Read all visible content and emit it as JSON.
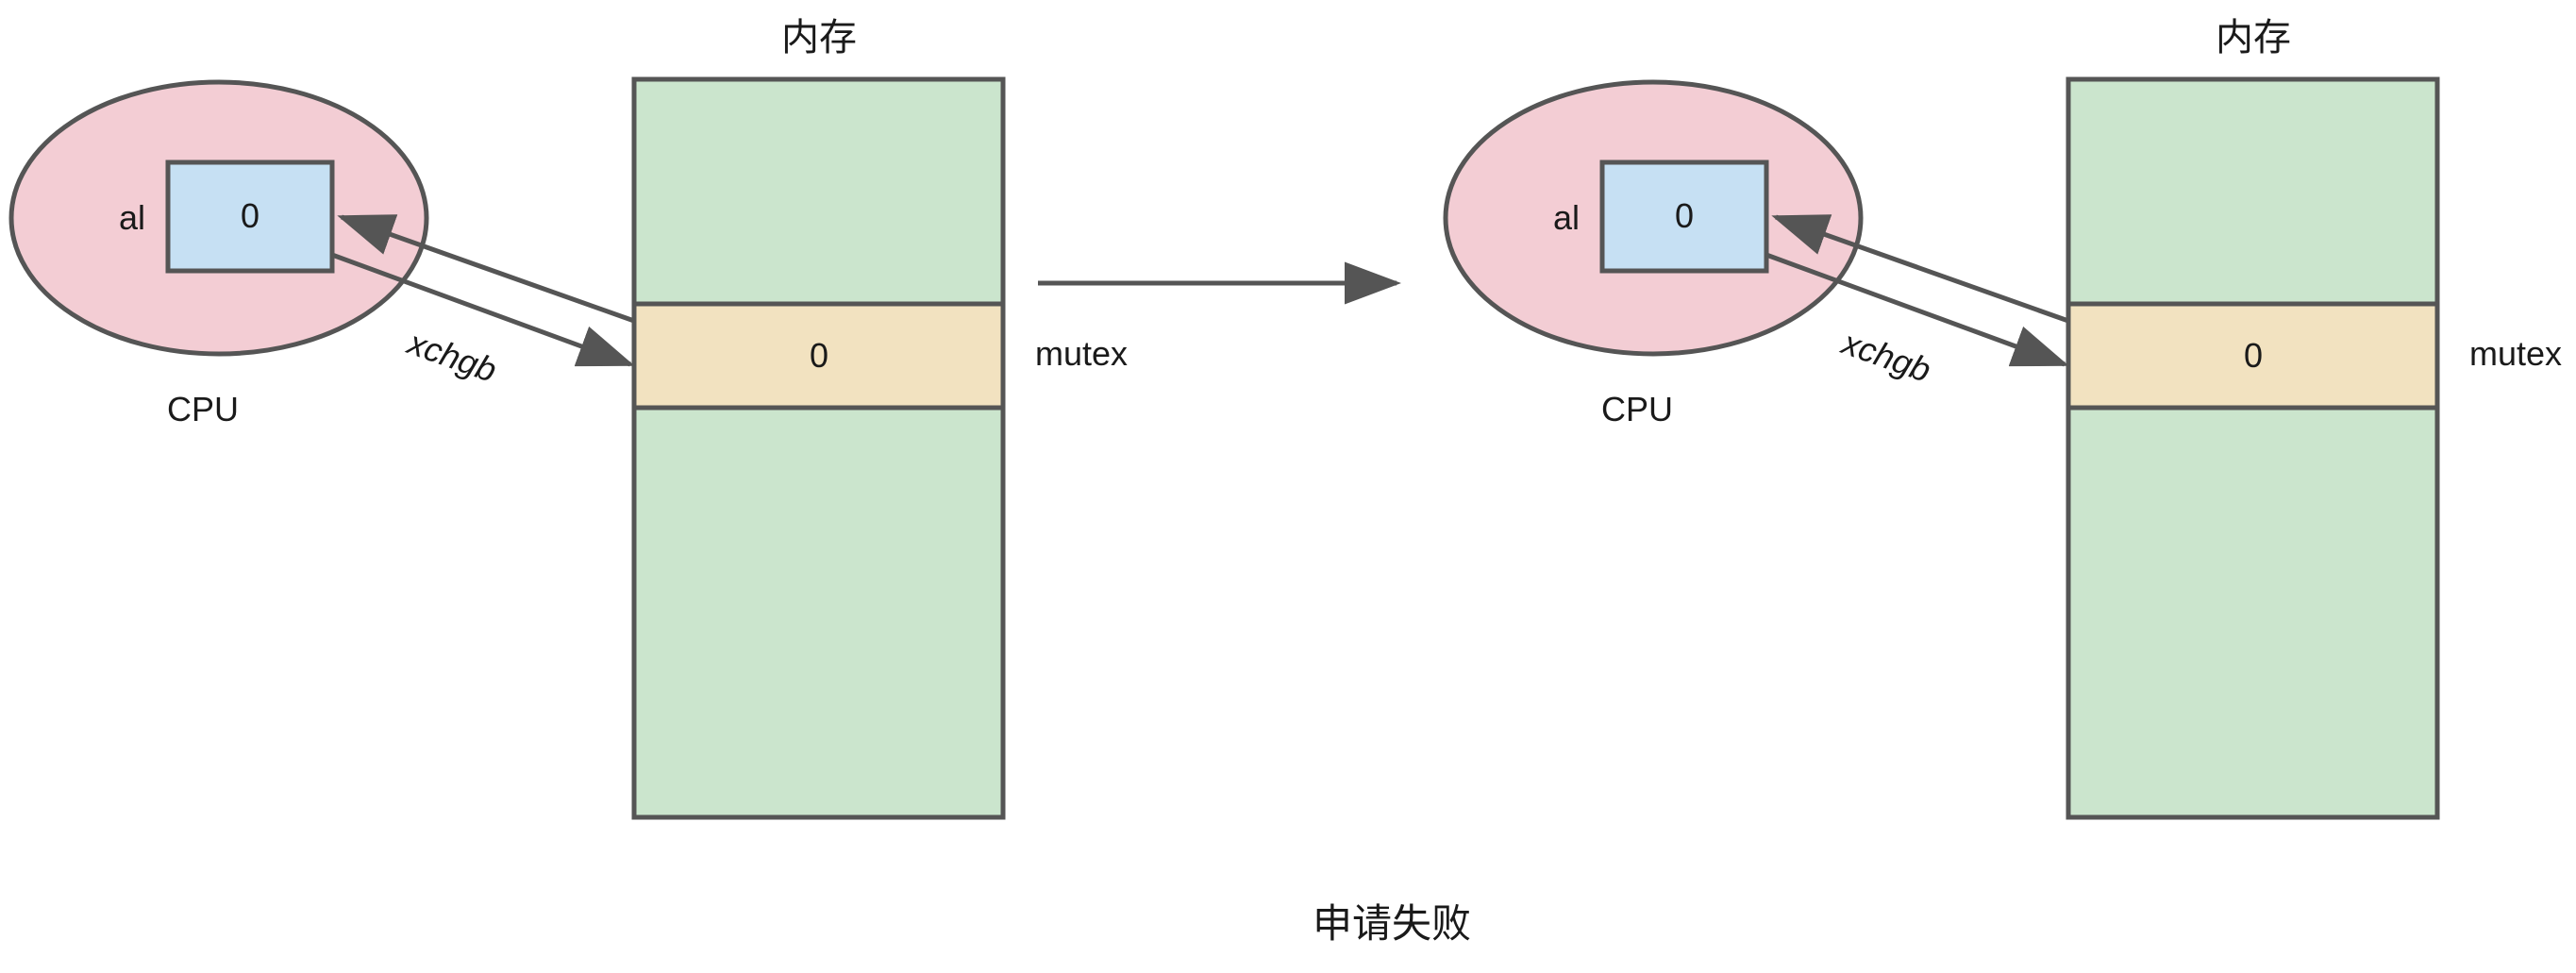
{
  "diagram": {
    "caption": "申请失败",
    "colors": {
      "cpu_fill": "#f3cdd4",
      "register_fill": "#c6e0f3",
      "memory_fill": "#cbe5cd",
      "mutex_fill": "#f2e2c0",
      "stroke": "#555555",
      "text": "#1a1a1a",
      "background": "#ffffff"
    },
    "panels": [
      {
        "id": "before",
        "cpu": {
          "title": "CPU",
          "register_name": "al",
          "register_value": "0"
        },
        "memory": {
          "title": "内存",
          "mutex_label": "mutex",
          "mutex_value": "0"
        },
        "operation": "xchgb"
      },
      {
        "id": "after",
        "cpu": {
          "title": "CPU",
          "register_name": "al",
          "register_value": "0"
        },
        "memory": {
          "title": "内存",
          "mutex_label": "mutex",
          "mutex_value": "0"
        },
        "operation": "xchgb"
      }
    ]
  }
}
